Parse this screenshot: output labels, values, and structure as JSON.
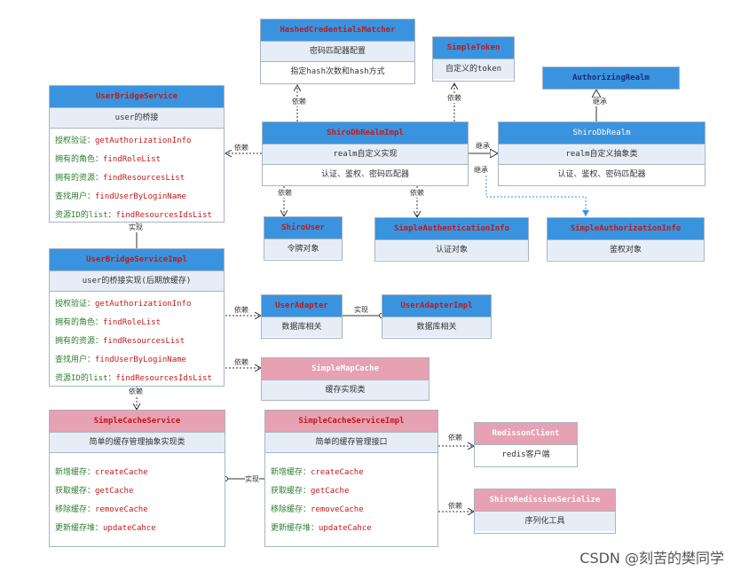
{
  "boxes": {
    "hashed": {
      "title": "HashedCredentialsMatcher",
      "rows": [
        "密码匹配器配置",
        "指定hash次数和hash方式"
      ]
    },
    "simple_token": {
      "title": "SimpleToken",
      "rows": [
        "自定义的token"
      ]
    },
    "authorizing_realm": {
      "title": "AuthorizingRealm"
    },
    "user_bridge_service": {
      "title": "UserBridgeService",
      "subtitle": "user的桥接",
      "methods": [
        {
          "label": "授权验证：",
          "fn": "getAuthorizationInfo"
        },
        {
          "label": "拥有的角色：",
          "fn": "findRoleList"
        },
        {
          "label": "拥有的资源：",
          "fn": "findResourcesList"
        },
        {
          "label": "查找用户：",
          "fn": "findUserByLoginName"
        },
        {
          "label": "资源ID的list：",
          "fn": "findResourcesIdsList"
        }
      ]
    },
    "shiro_db_realm_impl": {
      "title": "ShiroDbRealmImpl",
      "rows": [
        "realm自定义实现",
        "认证、鉴权、密码匹配器"
      ]
    },
    "shiro_db_realm": {
      "title": "ShiroDbRealm",
      "rows": [
        "realm自定义抽象类",
        "认证、鉴权、密码匹配器"
      ]
    },
    "shiro_user": {
      "title": "ShiroUser",
      "rows": [
        "令牌对象"
      ]
    },
    "simple_authentication_info": {
      "title": "SimpleAuthenticationInfo",
      "rows": [
        "认证对象"
      ]
    },
    "simple_authorization_info": {
      "title": "SimpleAuthorizationInfo",
      "rows": [
        "鉴权对象"
      ]
    },
    "user_bridge_service_impl": {
      "title": "UserBridgeServiceImpl",
      "subtitle": "user的桥接实现(后期放缓存)",
      "methods": [
        {
          "label": "授权验证：",
          "fn": "getAuthorizationInfo"
        },
        {
          "label": "拥有的角色：",
          "fn": "findRoleList"
        },
        {
          "label": "拥有的资源：",
          "fn": "findResourcesList"
        },
        {
          "label": "查找用户：",
          "fn": "findUserByLoginName"
        },
        {
          "label": "资源ID的list：",
          "fn": "findResourcesIdsList"
        }
      ]
    },
    "user_adapter": {
      "title": "UserAdapter",
      "rows": [
        "数据库相关"
      ]
    },
    "user_adapter_impl": {
      "title": "UserAdapterImpl",
      "rows": [
        "数据库相关"
      ]
    },
    "simple_map_cache": {
      "title": "SimpleMapCache",
      "rows": [
        "缓存实现类"
      ]
    },
    "simple_cache_service": {
      "title": "SimpleCacheService",
      "subtitle": "简单的缓存管理抽象实现类",
      "methods": [
        {
          "label": "新增缓存：",
          "fn": "createCache"
        },
        {
          "label": "获取缓存：",
          "fn": "getCache"
        },
        {
          "label": "移除缓存：",
          "fn": "removeCache"
        },
        {
          "label": "更新缓存堆：",
          "fn": "updateCahce"
        }
      ]
    },
    "simple_cache_service_impl": {
      "title": "SimpleCacheServiceImpl",
      "subtitle": "简单的缓存管理接口",
      "methods": [
        {
          "label": "新增缓存：",
          "fn": "createCache"
        },
        {
          "label": "获取缓存：",
          "fn": "getCache"
        },
        {
          "label": "移除缓存：",
          "fn": "removeCache"
        },
        {
          "label": "更新缓存堆：",
          "fn": "updateCahce"
        }
      ]
    },
    "redisson_client": {
      "title": "RedissonClient",
      "rows": [
        "redis客户端"
      ]
    },
    "shiro_redission_serialize": {
      "title": "ShiroRedissionSerialize",
      "rows": [
        "序列化工具"
      ]
    }
  },
  "relations": {
    "depends": "依赖",
    "inherits": "继承",
    "implements": "实现"
  },
  "colors": {
    "header_blue": "#3a93de",
    "header_pink": "#e6a1b3",
    "title_red": "#c01a1a",
    "method_label_green": "#2f7d32",
    "subtitle_bg": "#e6edf6"
  },
  "watermark": "CSDN @刻苦的樊同学"
}
